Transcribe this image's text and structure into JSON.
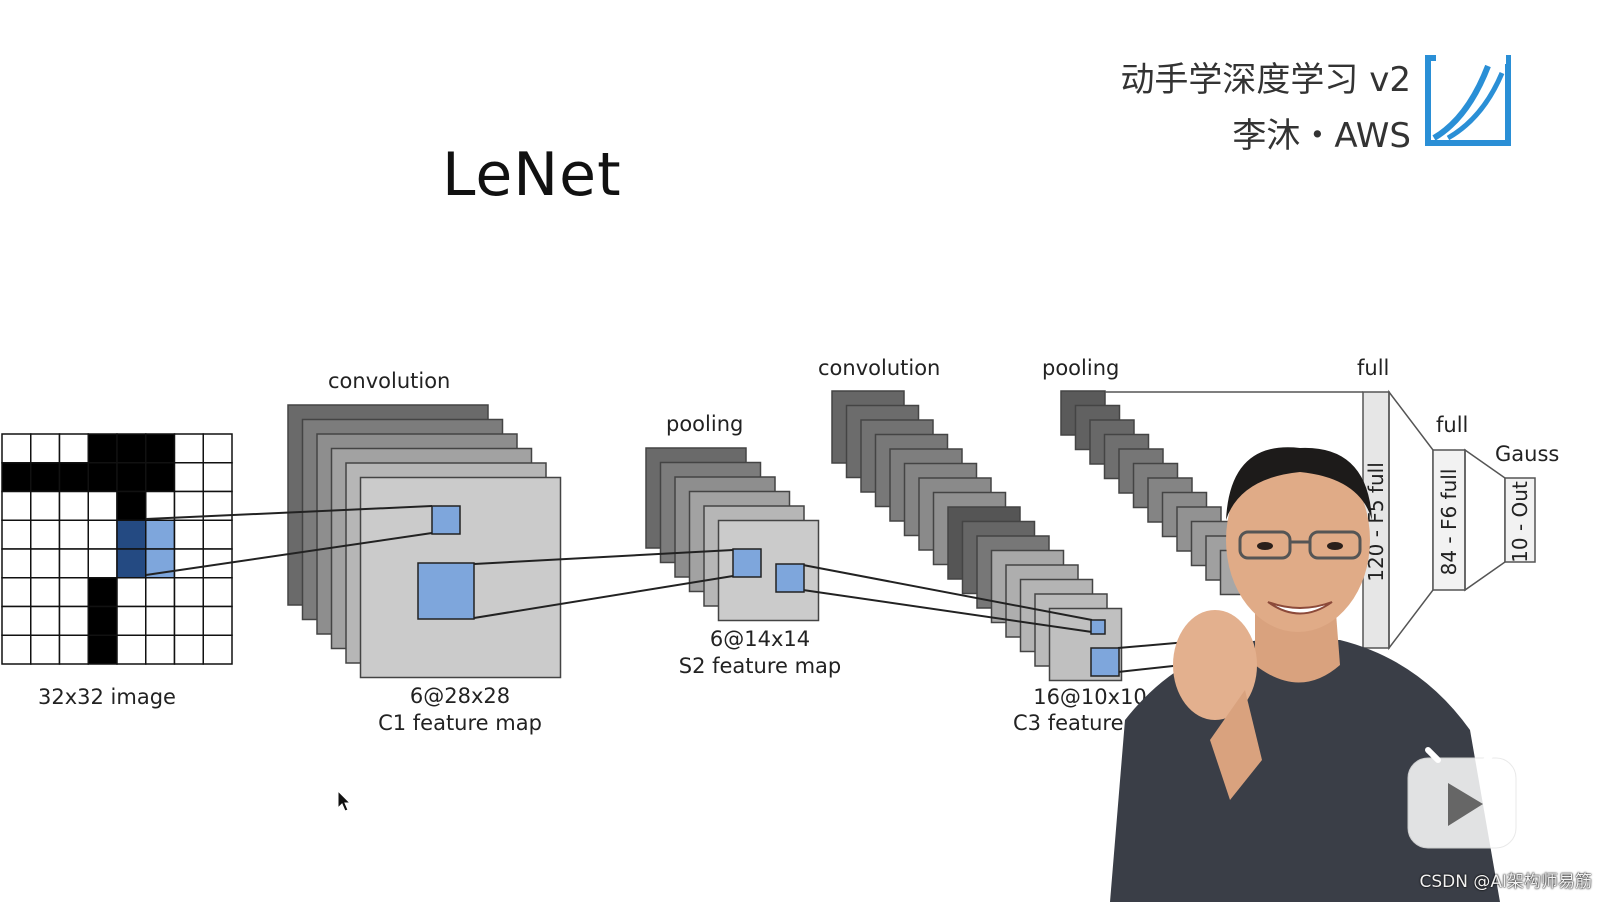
{
  "slide": {
    "title": "LeNet",
    "course_line1": "动手学深度学习 v2",
    "course_line2": "李沐・AWS"
  },
  "diagram": {
    "stages": {
      "input": "32x32 image",
      "c1_size": "6@28x28",
      "c1_name": "C1 feature map",
      "s2_size": "6@14x14",
      "s2_name": "S2 feature map",
      "c3_size": "16@10x10",
      "c3_name": "C3 feature m",
      "conv1": "convolution",
      "pool1": "pooling",
      "conv2": "convolution",
      "pool2": "pooling",
      "full1": "full",
      "full2": "full",
      "gauss": "Gauss",
      "f5": "120 - F5 full",
      "f6": "84 - F6 full",
      "out": "10 - Out"
    },
    "colors": {
      "highlight": "#7ea6dc",
      "highlight_dark": "#244a82",
      "dark_gray": "#666666",
      "light_gray": "#cfcfcf"
    }
  },
  "watermark": "CSDN @AI架构师易筋",
  "icons": [
    "d2l-logo-icon",
    "play-icon",
    "cursor-icon"
  ]
}
